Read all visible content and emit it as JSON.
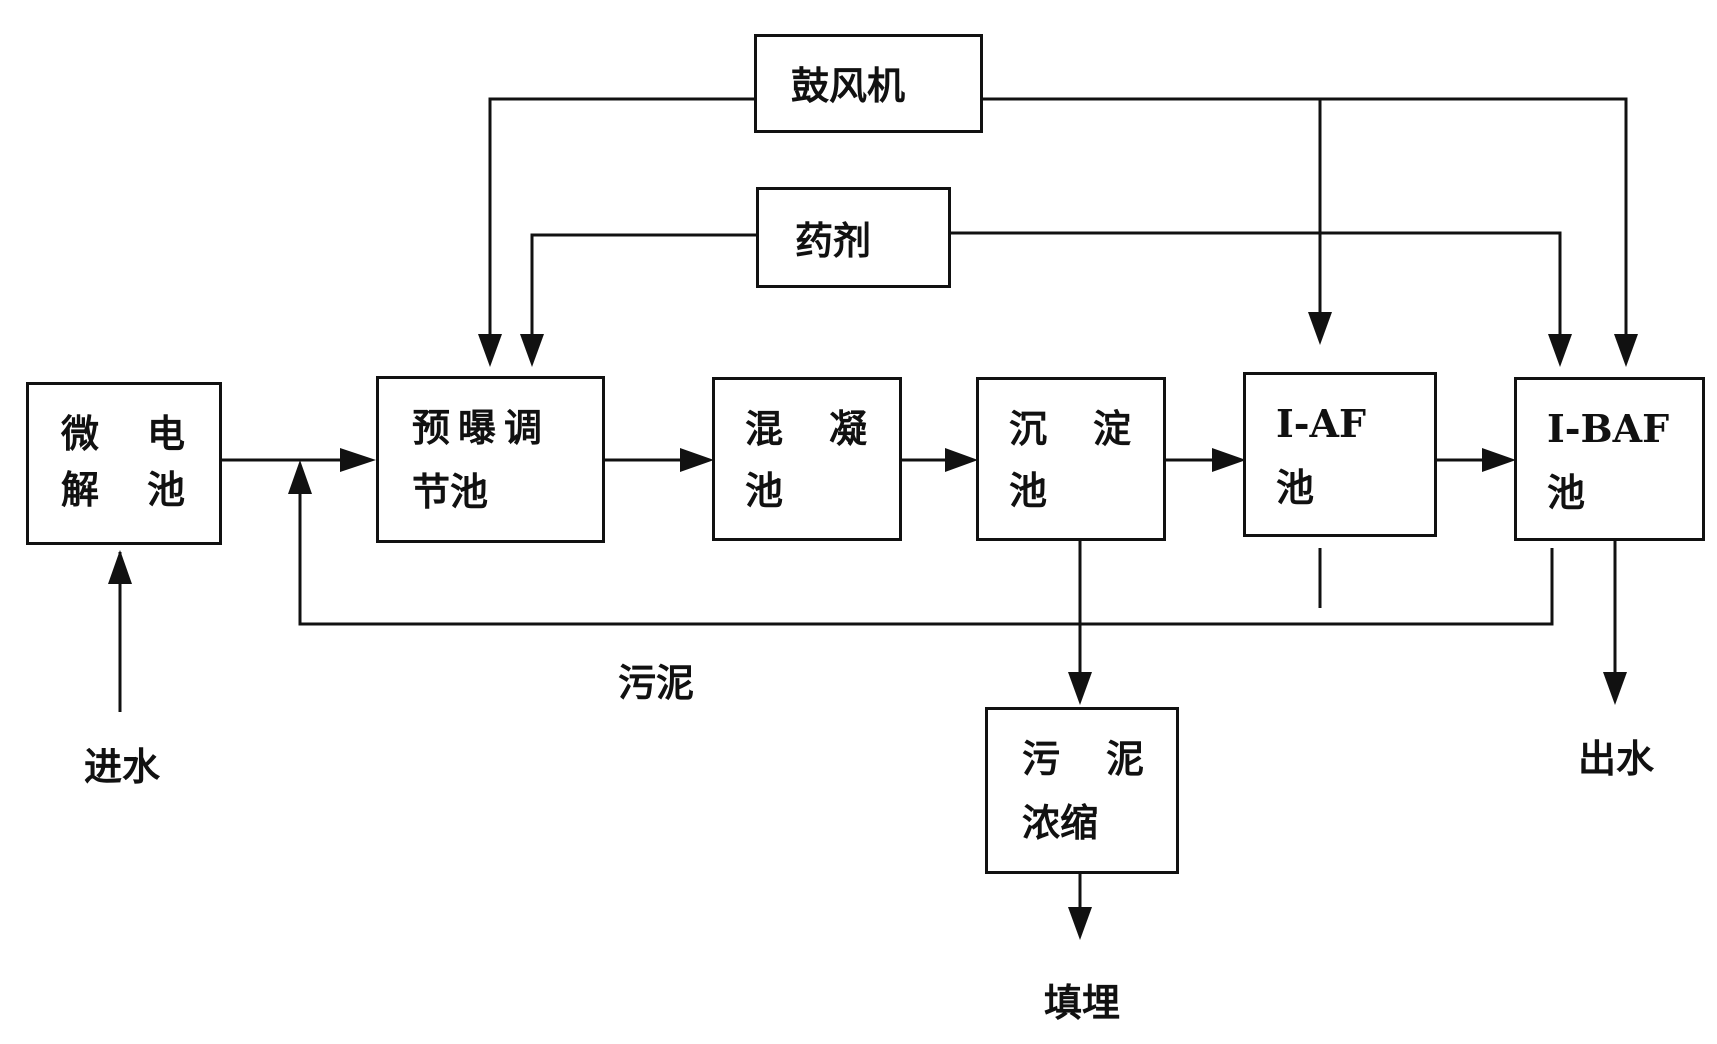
{
  "colors": {
    "line": "#111111",
    "background": "#ffffff"
  },
  "nodes": {
    "micro_electrolysis": {
      "line1a": "微",
      "line1b": "电",
      "line2a": "解",
      "line2b": "池"
    },
    "pre_aeration": {
      "line1": "预曝调",
      "line2": "节池"
    },
    "coagulation": {
      "line1a": "混",
      "line1b": "凝",
      "line2": "池"
    },
    "sedimentation": {
      "line1a": "沉",
      "line1b": "淀",
      "line2": "池"
    },
    "iaf": {
      "line1": "I-AF",
      "line2": "池"
    },
    "ibaf": {
      "line1": "I-BAF",
      "line2": "池"
    },
    "blower": {
      "label": "鼓风机"
    },
    "chemicals": {
      "label": "药剂"
    },
    "sludge_thickening": {
      "line1a": "污",
      "line1b": "泥",
      "line2": "浓缩"
    }
  },
  "labels": {
    "inflow": "进水",
    "outflow": "出水",
    "sludge": "污泥",
    "landfill": "填埋"
  }
}
